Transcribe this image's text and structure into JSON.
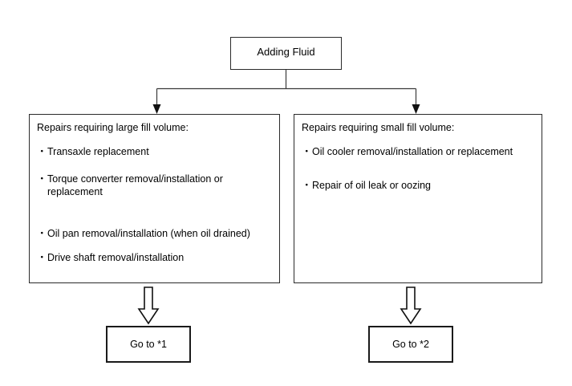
{
  "diagram": {
    "type": "flowchart",
    "title": "Adding Fluid",
    "bullet_glyph": "・",
    "colors": {
      "background": "#ffffff",
      "box_border": "#2b2b2b",
      "thick_box_border": "#1a1a1a",
      "connector": "#3a3a3a",
      "text": "#000000"
    },
    "nodes": {
      "root": {
        "label": "Adding Fluid"
      },
      "large_volume": {
        "heading": "Repairs requiring large fill volume:",
        "items": [
          "Transaxle replacement",
          "Torque converter removal/installation or replacement",
          "Oil pan removal/installation (when oil drained)",
          "Drive shaft removal/installation"
        ]
      },
      "small_volume": {
        "heading": "Repairs requiring small fill volume:",
        "items": [
          "Oil cooler removal/installation or replacement",
          "Repair of oil leak or oozing"
        ]
      },
      "goto_1": {
        "label": "Go to *1"
      },
      "goto_2": {
        "label": "Go to *2"
      }
    },
    "connectors": [
      {
        "name": "root-to-split",
        "from": "root",
        "to": "split-bar",
        "arrowhead": "none"
      },
      {
        "name": "split-to-large-volume",
        "from": "split-bar",
        "to": "large_volume",
        "arrowhead": "solid"
      },
      {
        "name": "split-to-small-volume",
        "from": "split-bar",
        "to": "small_volume",
        "arrowhead": "solid"
      },
      {
        "name": "large-volume-to-goto-1",
        "from": "large_volume",
        "to": "goto_1",
        "arrowhead": "block"
      },
      {
        "name": "small-volume-to-goto-2",
        "from": "small_volume",
        "to": "goto_2",
        "arrowhead": "block"
      }
    ]
  }
}
